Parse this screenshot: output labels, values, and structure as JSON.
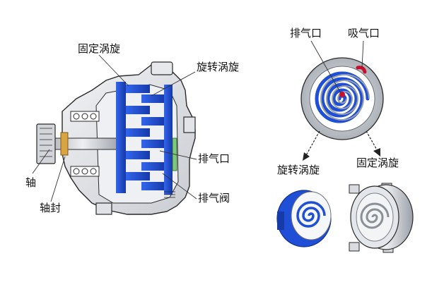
{
  "labels": {
    "fixed_scroll": "固定涡旋",
    "orbiting_scroll": "旋转涡旋",
    "discharge_port": "排气口",
    "discharge_valve": "排气阀",
    "shaft": "轴",
    "shaft_seal": "轴封",
    "top_discharge_port": "排气口",
    "suction_port": "吸气口",
    "bottom_orbiting_scroll": "旋转涡旋",
    "bottom_fixed_scroll": "固定涡旋"
  },
  "watermark": "",
  "colors": {
    "scroll_blue": "#1f4fd6",
    "housing_gray": "#d9dde2",
    "outline": "#2a2a2a",
    "suction_red": "#c8102e"
  }
}
